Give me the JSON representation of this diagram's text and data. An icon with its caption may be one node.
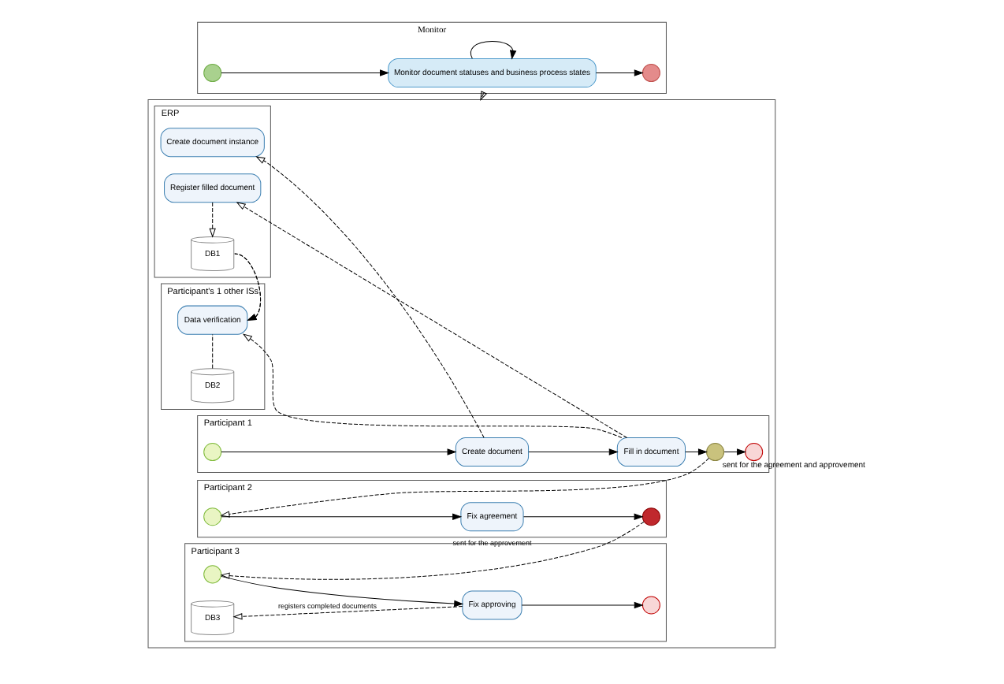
{
  "diagram": {
    "nodes": [
      {
        "text": [
          "Monitor"
        ]
      },
      {
        "text": [],
        "shape": "circle",
        "in": 0
      },
      {
        "text": [
          "Monitor document statuses and business process states"
        ],
        "in": 0
      },
      {
        "text": [],
        "shape": "circle",
        "in": 0
      },
      {
        "text": [],
        "shape": "box"
      },
      {
        "text": [
          "Participant 1"
        ],
        "in": 4
      },
      {
        "text": [],
        "shape": "circle",
        "in": 5
      },
      {
        "text": [
          "Create document"
        ],
        "in": 5
      },
      {
        "text": [
          "Fill in document"
        ],
        "in": 5
      },
      {
        "text": [],
        "shape": "circle",
        "in": 5,
        "beside": [
          "sent for the agreement and approvement"
        ]
      },
      {
        "text": [],
        "shape": "circle",
        "in": 5
      },
      {
        "text": [
          "ERP"
        ],
        "in": 4
      },
      {
        "text": [
          "Create document instance"
        ],
        "in": 11
      },
      {
        "text": [
          "Register filled document"
        ],
        "in": 11
      },
      {
        "text": [
          "DB1"
        ],
        "in": 11
      },
      {
        "text": [
          "Participant's 1 other ISs"
        ],
        "in": 4
      },
      {
        "text": [
          "Data verification"
        ],
        "in": 15
      },
      {
        "text": [
          "DB2"
        ],
        "in": 15
      },
      {
        "text": [
          "Participant 2"
        ],
        "in": 4
      },
      {
        "text": [],
        "shape": "circle",
        "in": 18
      },
      {
        "text": [
          "Fix agreement"
        ],
        "in": 18
      },
      {
        "text": [],
        "shape": "circle",
        "in": 18
      },
      {
        "text": [
          "Participant 3"
        ],
        "in": 4
      },
      {
        "text": [],
        "shape": "circle",
        "in": 22
      },
      {
        "text": [
          "Fix approving"
        ],
        "in": 22
      },
      {
        "text": [],
        "shape": "circle",
        "in": 22
      },
      {
        "text": [
          "DB3"
        ],
        "in": 22
      }
    ],
    "edges": [
      {
        "from": 1,
        "to": 2,
        "arrow": "to"
      },
      {
        "from": 2,
        "to": 2,
        "arrow": "to"
      },
      {
        "from": 2,
        "to": 3,
        "arrow": "to"
      },
      {
        "from": 0,
        "to": 4,
        "arrow": "to",
        "style": "dashed"
      },
      {
        "from": 6,
        "to": 7,
        "arrow": "to"
      },
      {
        "from": 7,
        "to": 8,
        "arrow": "to"
      },
      {
        "from": 8,
        "to": 9,
        "arrow": "to"
      },
      {
        "from": 9,
        "to": 10,
        "arrow": "to"
      },
      {
        "from": 7,
        "to": 12,
        "arrow": "to",
        "style": "dashed"
      },
      {
        "from": 8,
        "to": 13,
        "arrow": "to",
        "style": "dashed"
      },
      {
        "from": 13,
        "to": 14,
        "arrow": "to",
        "style": "dashed"
      },
      {
        "from": 8,
        "to": 16,
        "arrow": "to",
        "style": "dashed"
      },
      {
        "from": 14,
        "to": 16,
        "arrow": "to",
        "style": "dashed"
      },
      {
        "from": 17,
        "to": 16,
        "arrow": "none",
        "style": "dashed"
      },
      {
        "from": 9,
        "to": 19,
        "arrow": "to",
        "style": "dashed"
      },
      {
        "from": 19,
        "to": 20,
        "arrow": "to"
      },
      {
        "from": 20,
        "to": 21,
        "arrow": "to"
      },
      {
        "from": 21,
        "to": 23,
        "arrow": "to",
        "style": "dashed",
        "label": "sent for the approvement"
      },
      {
        "from": 23,
        "to": 24,
        "arrow": "to"
      },
      {
        "from": 24,
        "to": 25,
        "arrow": "to"
      },
      {
        "from": 24,
        "to": 26,
        "arrow": "to",
        "style": "dashed",
        "label": "registers completed documents"
      }
    ]
  }
}
